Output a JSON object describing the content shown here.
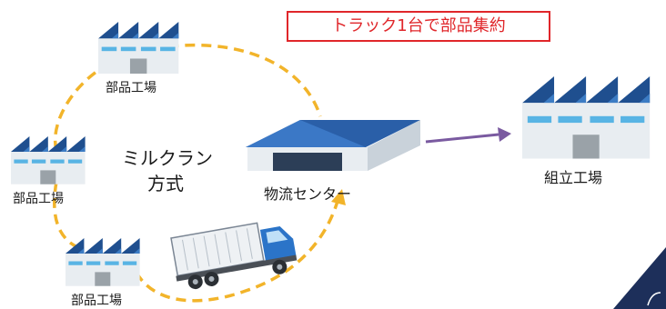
{
  "title": "トラック1台で部品集約",
  "method_label_line1": "ミルクラン",
  "method_label_line2": "方式",
  "hub_label": "物流センター",
  "assembly_label": "組立工場",
  "parts_factories": [
    "部品工場",
    "部品工場",
    "部品工場"
  ],
  "colors": {
    "route": "#f2b42a",
    "arrow": "#7a5aa0",
    "factory_roof": "#1f4f8f",
    "factory_window": "#58b4e4",
    "factory_wall": "#e8edf1",
    "title_red": "#e0262a",
    "corner_badge": "#1d2f5a"
  },
  "icons": [
    "factory-icon",
    "warehouse-icon",
    "truck-icon",
    "arrow-icon"
  ]
}
